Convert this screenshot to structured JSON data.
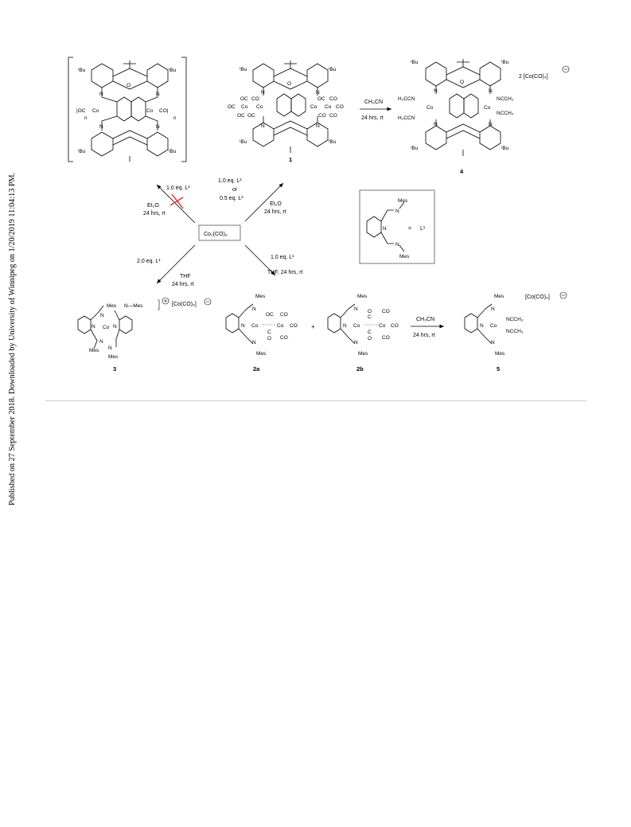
{
  "sidebar": {
    "text": "Published on 27 September 2018. Downloaded by University of Winnipeg on 1/20/2019 11:04:13 PM."
  },
  "scheme": {
    "center": "Co₂(CO)₈",
    "tbu": "ᵗBu",
    "arrows": {
      "top_left": {
        "reagent": "1.0 eq. L²",
        "solvent": "Et₂O",
        "conditions": "24 hrs, rt"
      },
      "top_right": {
        "reagent1": "1.0 eq. L²",
        "or": "or",
        "reagent2": "0.5 eq. L²",
        "solvent": "Et₂O",
        "conditions": "24 hrs, rt"
      },
      "bottom_left": {
        "reagent": "2.0 eq. L¹",
        "solvent": "THF",
        "conditions": "24 hrs, rt"
      },
      "bottom_right": {
        "reagent": "1.0 eq. L¹",
        "conditions": "THF, 24 hrs, rt"
      },
      "to4": {
        "solvent": "CH₃CN",
        "conditions": "24 hrs, rt"
      },
      "to5": {
        "solvent": "CH₃CN",
        "conditions": "24 hrs, rt"
      }
    },
    "compounds": {
      "c1": "1",
      "c2a": "2a",
      "c2b": "2b",
      "c3": "3",
      "c4": "4",
      "c5": "5"
    },
    "counterions": {
      "c4": "2 [Co(CO)₄]",
      "c3": "[Co(CO)₄]",
      "c5": "[Co(CO)₄]"
    },
    "ligand_box": {
      "mes_top": "Mes",
      "mes_bottom": "Mes",
      "equals": "=",
      "label": "L¹",
      "n": "N"
    },
    "labels": {
      "mes": "Mes",
      "n": "N",
      "co": "Co",
      "c": "C",
      "o": "O",
      "co_lig": "CO",
      "oc_lig": "OC",
      "ncch3": "NCCH₃",
      "h3ccn": "H₃CCN",
      "ocn": "|OC",
      "con": "CO|",
      "n_sub": "n",
      "plus": "+",
      "nmes": "N—Mes"
    }
  }
}
